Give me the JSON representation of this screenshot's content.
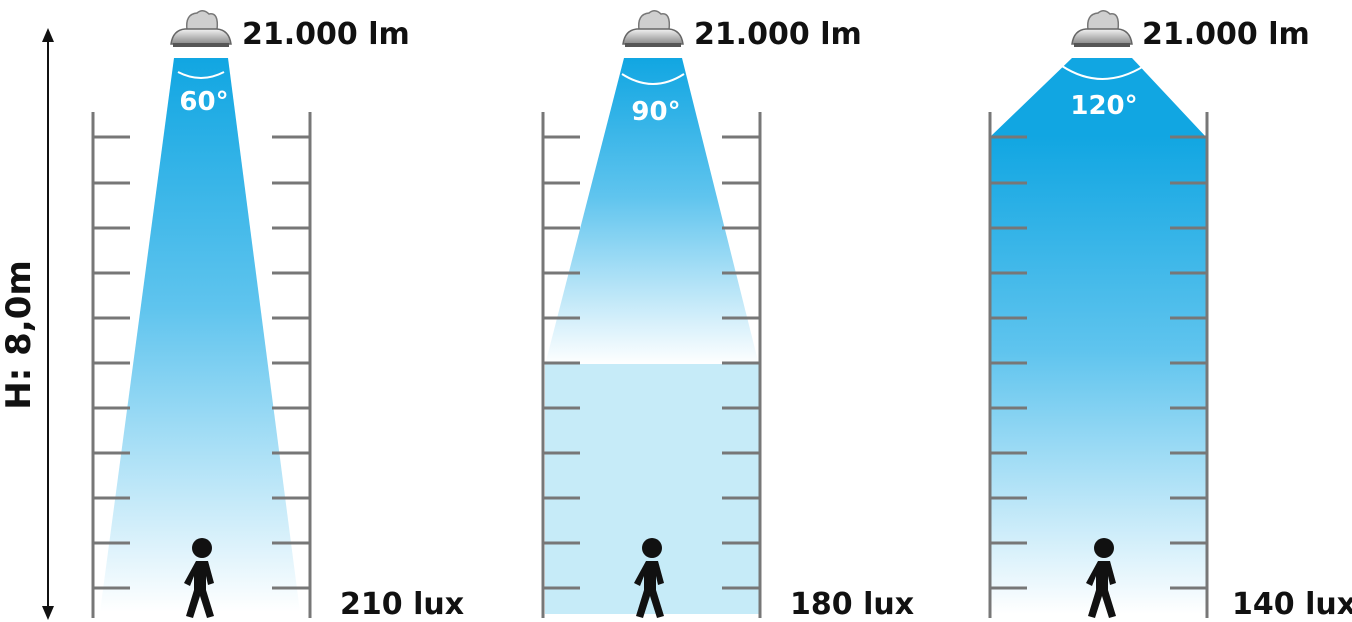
{
  "height_label": "H: 8,0m",
  "colors": {
    "beam_top": "#11a6e2",
    "beam_bottom": "#ffffff",
    "rack": "#777777",
    "ink": "#111111"
  },
  "panels": [
    {
      "lumen": "21.000 lm",
      "angle": "60°",
      "lux": "210 lux",
      "beam_angle_deg": 60,
      "icon": "highbay-lamp-icon"
    },
    {
      "lumen": "21.000 lm",
      "angle": "90°",
      "lux": "180 lux",
      "beam_angle_deg": 90,
      "icon": "highbay-lamp-icon"
    },
    {
      "lumen": "21.000 lm",
      "angle": "120°",
      "lux": "140 lux",
      "beam_angle_deg": 120,
      "icon": "highbay-lamp-icon"
    }
  ]
}
